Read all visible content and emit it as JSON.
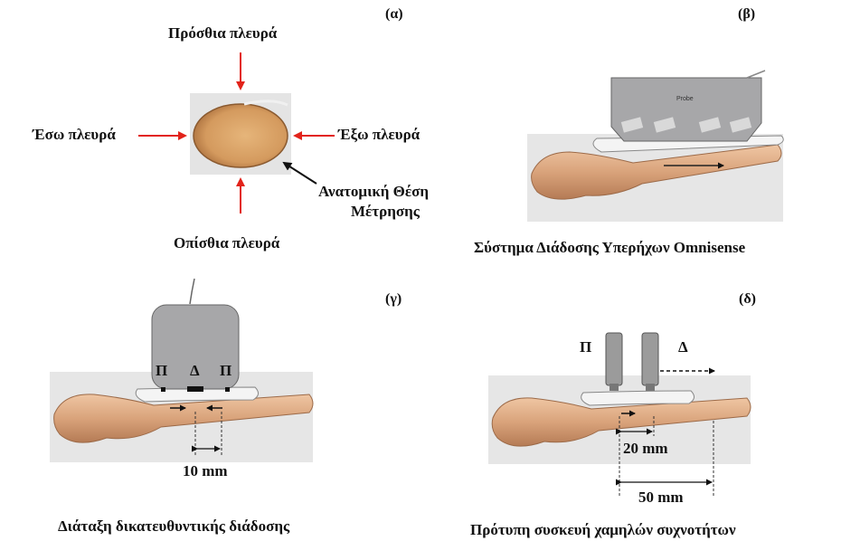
{
  "panels": {
    "a": {
      "id": "(α)",
      "top_label": "Πρόσθια πλευρά",
      "left_label": "Έσω πλευρά",
      "right_label": "Έξω πλευρά",
      "bottom_label": "Οπίσθια πλευρά",
      "annotation_line1": "Ανατομική Θέση",
      "annotation_line2": "Μέτρησης"
    },
    "b": {
      "id": "(β)",
      "probe_text": "Probe",
      "caption": "Σύστημα Διάδοσης Υπερήχων  Omnisense"
    },
    "c": {
      "id": "(γ)",
      "marker_left": "Π",
      "marker_center": "Δ",
      "marker_right": "Π",
      "distance": "10 mm",
      "caption": "Διάταξη δικατευθυντικής διάδοσης"
    },
    "d": {
      "id": "(δ)",
      "marker_left": "Π",
      "marker_right": "Δ",
      "distance_small": "20 mm",
      "distance_large": "50 mm",
      "caption": "Πρότυπη συσκευή χαμηλών  συχνοτήτων"
    }
  },
  "colors": {
    "arrow_red": "#e2231a",
    "bone": "#d9a37b",
    "probe_gray": "#a7a7a9",
    "background_panel": "#e6e6e6"
  }
}
